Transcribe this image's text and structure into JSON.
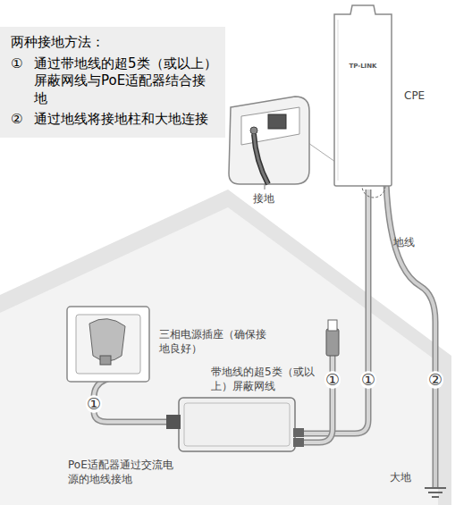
{
  "diagram": {
    "nodes": [
      {
        "text": [
          "两种接地方法：",
          "①",
          "通过带地线的超5类（或以上）屏蔽网线与PoE适配器结合接地",
          "②",
          "通过地线将接地柱和大地连接"
        ]
      },
      {
        "text": [
          "CPE",
          "TP-LINK"
        ]
      }
    ],
    "labels": [
      "接地",
      "地线",
      "三相电源插座（确保接地良好）",
      "①",
      "带地线的超5类（或以上）屏蔽网线",
      "①",
      "①",
      "②",
      "PoE适配器通过交流电源的地线接地",
      "大地"
    ]
  }
}
